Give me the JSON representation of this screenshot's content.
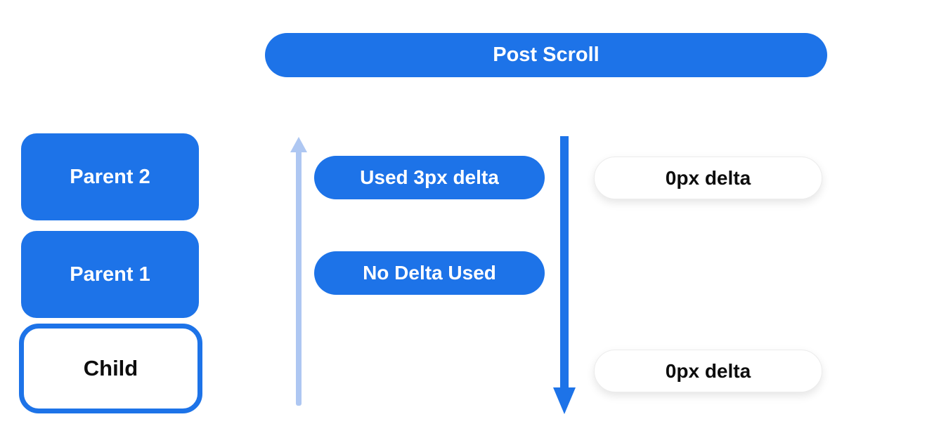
{
  "diagram": {
    "title": "Post Scroll",
    "stack": [
      {
        "label": "Parent 2",
        "variant": "filled-blue"
      },
      {
        "label": "Parent 1",
        "variant": "filled-blue"
      },
      {
        "label": "Child",
        "variant": "outlined-white"
      }
    ],
    "mid_labels": {
      "used_delta": "Used 3px delta",
      "no_delta": "No Delta Used"
    },
    "right_labels": {
      "zero_delta_top": "0px delta",
      "zero_delta_bottom": "0px delta"
    },
    "arrows": [
      {
        "name": "up-arrow",
        "direction": "up",
        "color": "#AEC7F2"
      },
      {
        "name": "down-arrow",
        "direction": "down",
        "color": "#1D73E8"
      }
    ],
    "colors": {
      "primary_blue": "#1D73E8",
      "light_blue": "#AEC7F2",
      "pill_white": "#FFFFFF",
      "text_on_blue": "#FFFFFF",
      "text_dark": "#0D0D0D"
    }
  }
}
